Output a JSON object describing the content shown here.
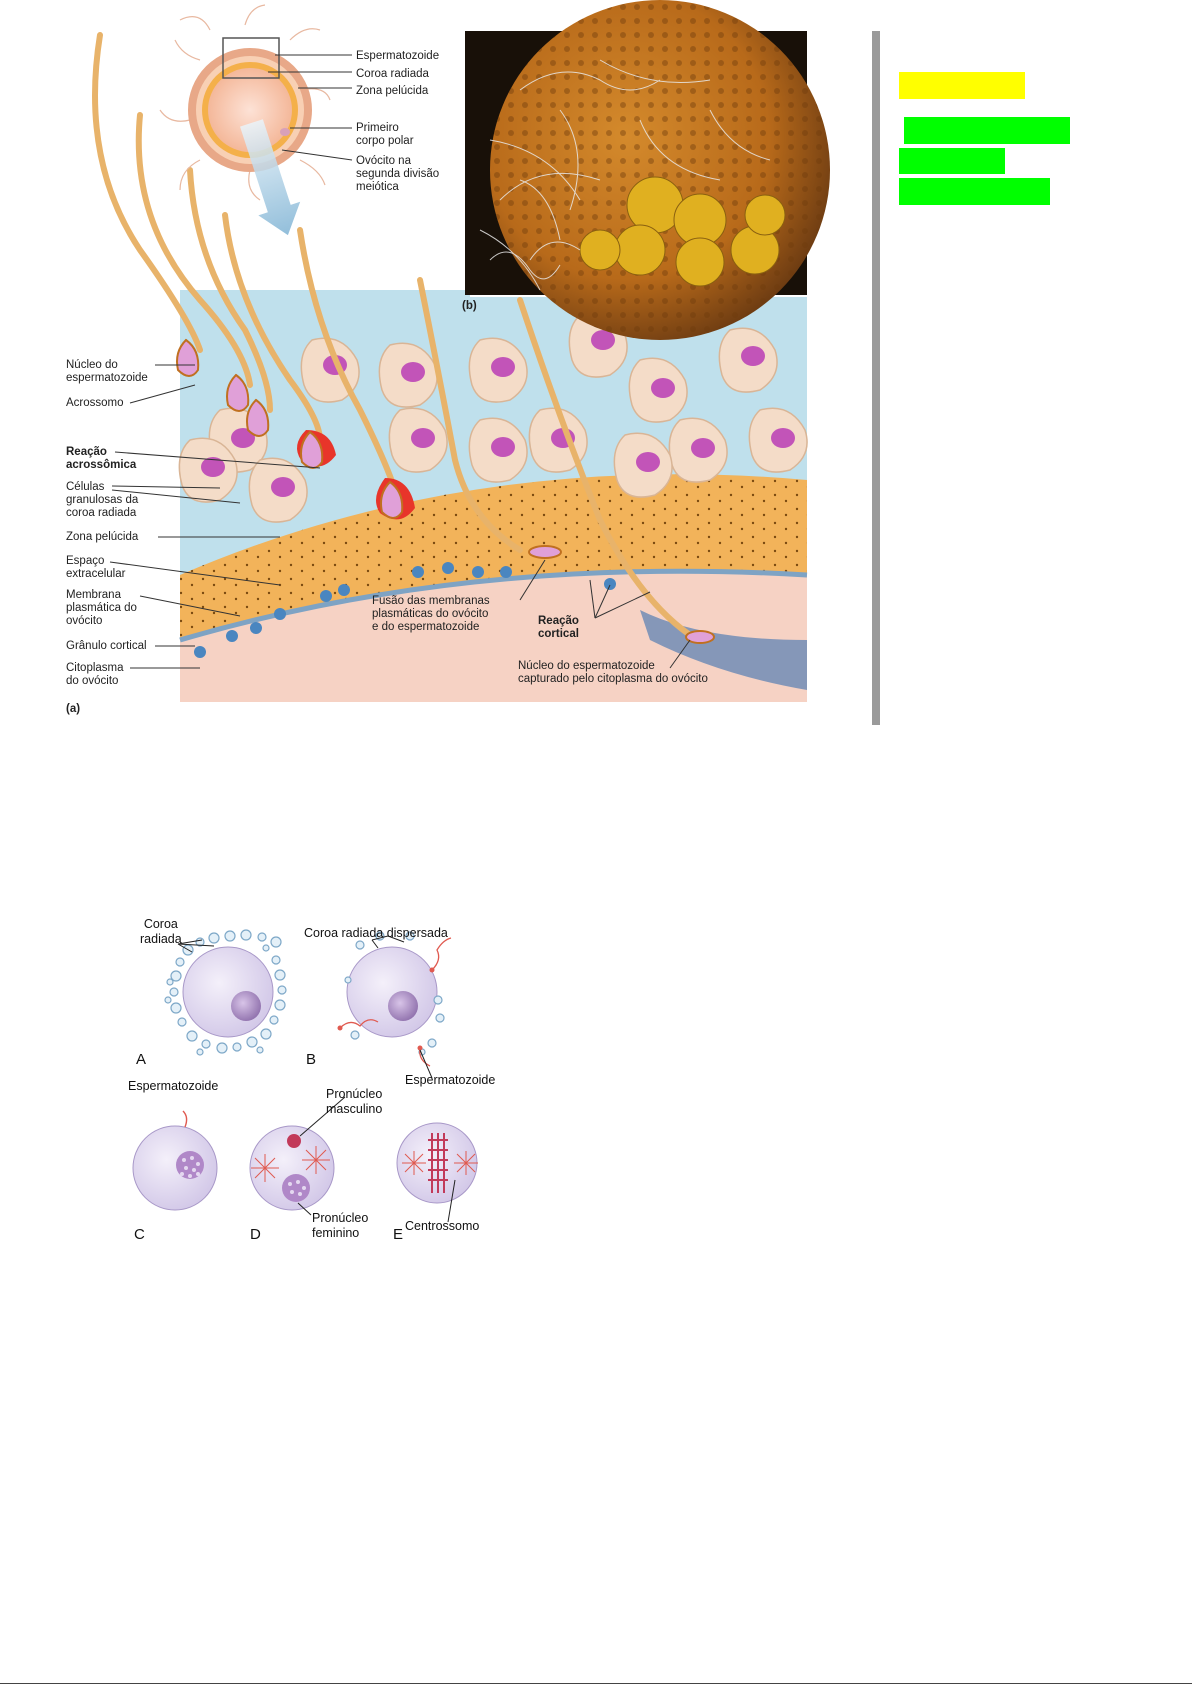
{
  "figure_top": {
    "labels": {
      "espermatozoide": "Espermatozoide",
      "coroa_radiada": "Coroa radiada",
      "zona_pelucida_top": "Zona pelúcida",
      "primeiro_corpo_polar": "Primeiro\ncorpo polar",
      "ovocito_segunda_divisao": "Ovócito na\nsegunda divisão\nmeiótica",
      "panel_b": "(b)",
      "nucleo_espermatozoide": "Núcleo do\nespermatozoide",
      "acrossomo": "Acrossomo",
      "reacao_acrossomica": "Reação\nacrossômica",
      "celulas_granulosas": "Células\ngranulosas da\ncoroa radiada",
      "zona_pelucida": "Zona pelúcida",
      "espaco_extracelular": "Espaço\nextracelular",
      "membrana_plasmatica": "Membrana\nplasmática do\novócito",
      "granulo_cortical": "Grânulo cortical",
      "citoplasma": "Citoplasma\ndo ovócito",
      "fusao_membranas": "Fusão das membranas\nplasmáticas do ovócito\ne do espermatozoide",
      "reacao_cortical": "Reação\ncortical",
      "nucleo_capturado": "Núcleo do espermatozoide\ncapturado pelo citoplasma do ovócito",
      "panel_a": "(a)"
    }
  },
  "figure_bottom": {
    "labels": {
      "coroa_radiada": "Coroa\nradiada",
      "coroa_dispersada": "Coroa radiada dispersada",
      "letter_a": "A",
      "letter_b": "B",
      "espermatozoide_b": "Espermatozoide",
      "espermatozoide_c": "Espermatozoide",
      "pronucleo_masculino": "Pronúcleo\nmasculino",
      "pronucleo_feminino": "Pronúcleo\nfeminino",
      "letter_c": "C",
      "letter_d": "D",
      "letter_e": "E",
      "centrossomo": "Centrossomo"
    }
  },
  "colors": {
    "highlight_yellow": "#ffff00",
    "highlight_green": "#00ff00",
    "sidebar_bar": "#9a9a9a",
    "background_blue": "#bfe0ec",
    "zona_orange": "#f2b35a",
    "cytoplasm_pink": "#f6d2c4",
    "granule_blue": "#4a86c0",
    "nucleus_magenta": "#c254b8"
  }
}
